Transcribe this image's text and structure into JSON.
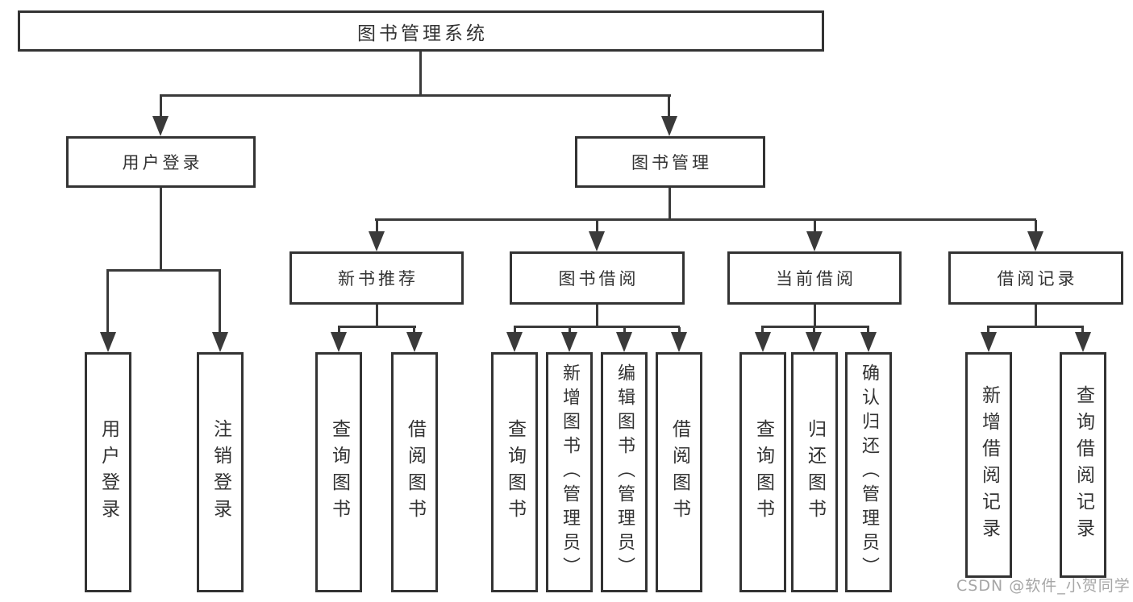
{
  "tree": {
    "root": "图书管理系统",
    "level2": [
      {
        "label": "用户登录",
        "leaves": [
          "用户登录",
          "注销登录"
        ]
      },
      {
        "label": "图书管理"
      }
    ],
    "level3": [
      {
        "label": "新书推荐",
        "leaves": [
          "查询图书",
          "借阅图书"
        ]
      },
      {
        "label": "图书借阅",
        "leaves": [
          "查询图书",
          "新增图书（管理员）",
          "编辑图书（管理员）",
          "借阅图书"
        ]
      },
      {
        "label": "当前借阅",
        "leaves": [
          "查询图书",
          "归还图书",
          "确认归还（管理员）"
        ]
      },
      {
        "label": "借阅记录",
        "leaves": [
          "新增借阅记录",
          "查询借阅记录"
        ]
      }
    ]
  },
  "watermark": "CSDN @软件_小贺同学",
  "colors": {
    "line": "#3a3a3a",
    "border": "#333333",
    "text": "#333333",
    "watermark": "#a6a6a6",
    "background": "#ffffff"
  }
}
